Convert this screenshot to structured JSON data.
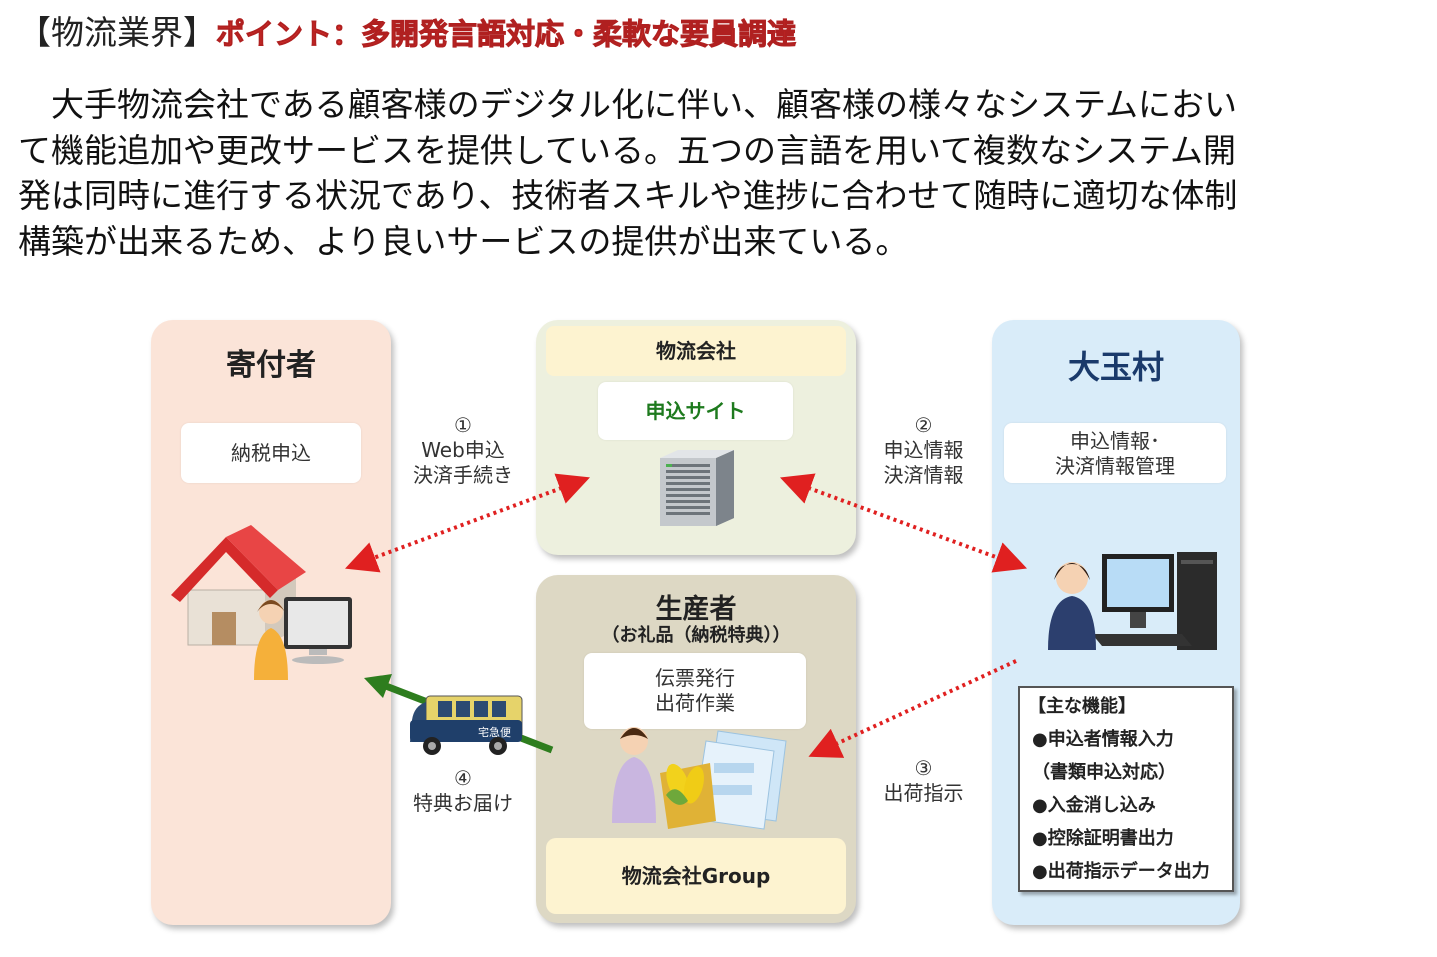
{
  "heading": {
    "title": "【物流業界】",
    "point": "ポイント：多開発言語対応・柔軟な要員調達"
  },
  "body": {
    "lines": [
      "　大手物流会社である顧客様のデジタル化に伴い、顧客様の様々なシステムにおい",
      "て機能追加や更改サービスを提供している。五つの言語を用いて複数なシステム開",
      "発は同時に進行する状況であり、技術者スキルや進捗に合わせて随時に適切な体制",
      "構築が出来るため、より良いサービスの提供が出来ている。"
    ]
  },
  "diagram": {
    "donor": {
      "title": "寄付者",
      "box": "納税申込"
    },
    "logistics": {
      "title": "物流会社",
      "site": "申込サイト"
    },
    "producer": {
      "title": "生産者",
      "subtitle": "（お礼品（納税特典））",
      "box_line1": "伝票発行",
      "box_line2": "出荷作業",
      "group": "物流会社Group"
    },
    "village": {
      "title": "大玉村",
      "box_line1": "申込情報･",
      "box_line2": "決済情報管理",
      "functions_title": "【主な機能】",
      "functions": [
        "●申込者情報入力",
        "（書類申込対応）",
        "●入金消し込み",
        "●控除証明書出力",
        "●出荷指示データ出力"
      ]
    },
    "steps": {
      "s1": {
        "num": "①",
        "line1": "Web申込",
        "line2": "決済手続き"
      },
      "s2": {
        "num": "②",
        "line1": "申込情報",
        "line2": "決済情報"
      },
      "s3": {
        "num": "③",
        "line1": "出荷指示"
      },
      "s4": {
        "num": "④",
        "line1": "特典お届け"
      }
    },
    "truck_text": "宅急便"
  },
  "colors": {
    "accent_red": "#e0312b",
    "arrow_red": "#e02020",
    "arrow_green": "#2e7d1e",
    "donor_bg": "#fbe4d8",
    "village_bg": "#d9ecf9",
    "logistics_bg": "#edf0de",
    "producer_bg": "#ddd8c4",
    "cream": "#fdf3d0"
  }
}
